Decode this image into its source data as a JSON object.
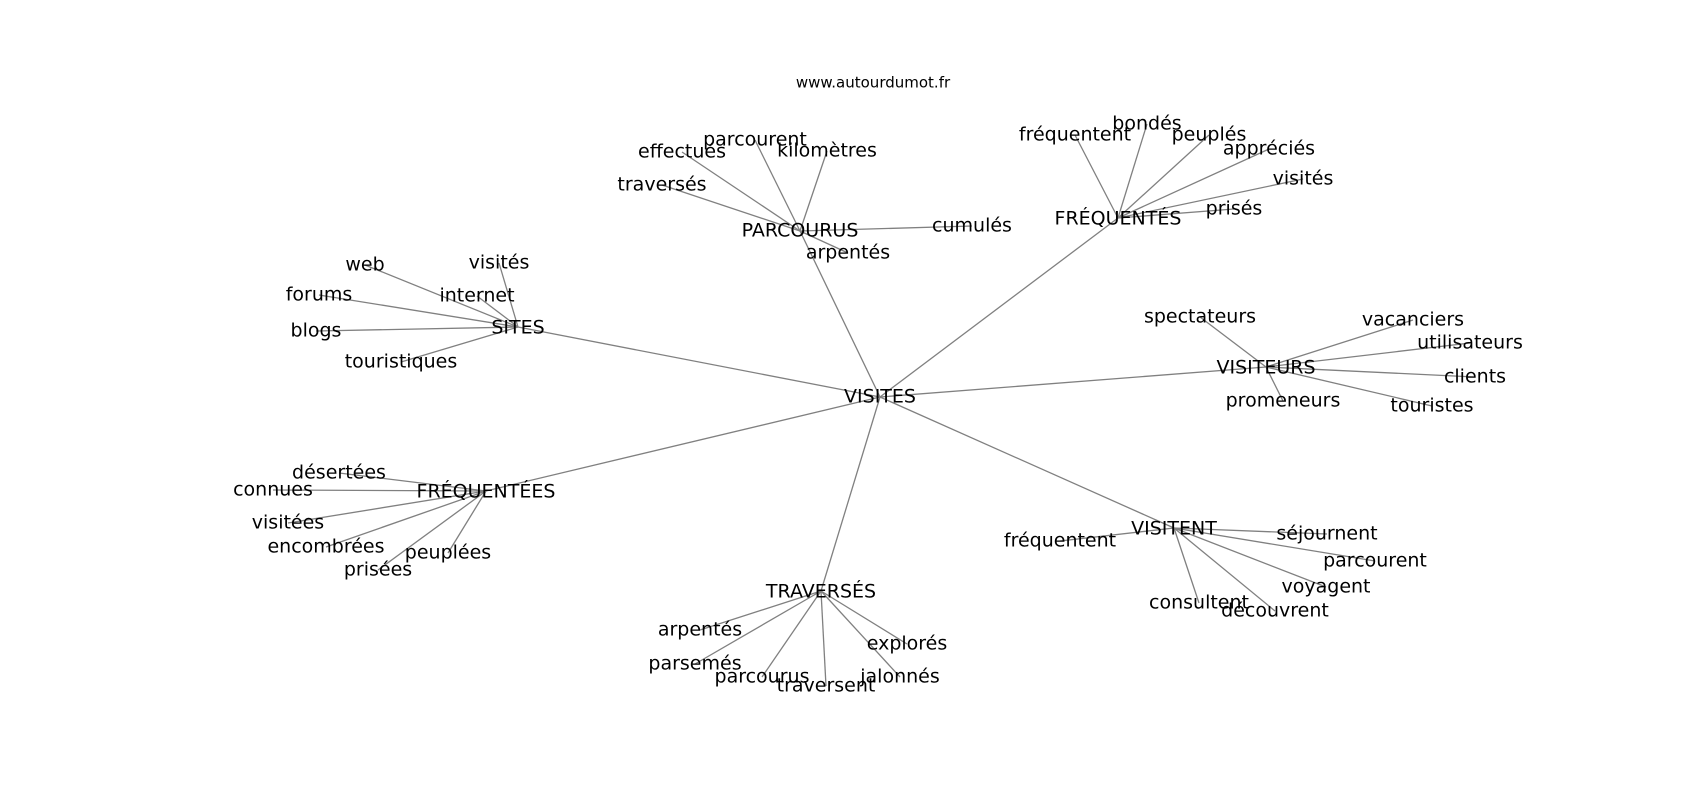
{
  "site_label": "www.autourdumot.fr",
  "center": "VISITES",
  "groups": [
    {
      "label": "PARCOURUS",
      "words": [
        "effectués",
        "parcourent",
        "kilomètres",
        "traversés",
        "cumulés",
        "arpentés"
      ]
    },
    {
      "label": "FRÉQUENTÉS",
      "words": [
        "fréquentent",
        "bondés",
        "peuplés",
        "appréciés",
        "visités",
        "prisés"
      ]
    },
    {
      "label": "SITES",
      "words": [
        "web",
        "visités",
        "internet",
        "forums",
        "blogs",
        "touristiques"
      ]
    },
    {
      "label": "VISITEURS",
      "words": [
        "spectateurs",
        "vacanciers",
        "utilisateurs",
        "clients",
        "promeneurs",
        "touristes"
      ]
    },
    {
      "label": "FRÉQUENTÉES",
      "words": [
        "désertées",
        "connues",
        "visitées",
        "encombrées",
        "peuplées",
        "prisées"
      ]
    },
    {
      "label": "VISITENT",
      "words": [
        "fréquentent",
        "séjournent",
        "parcourent",
        "voyagent",
        "consultent",
        "découvrent"
      ]
    },
    {
      "label": "TRAVERSÉS",
      "words": [
        "arpentés",
        "parsemés",
        "parcourus",
        "traversent",
        "jalonnés",
        "explorés"
      ]
    }
  ]
}
